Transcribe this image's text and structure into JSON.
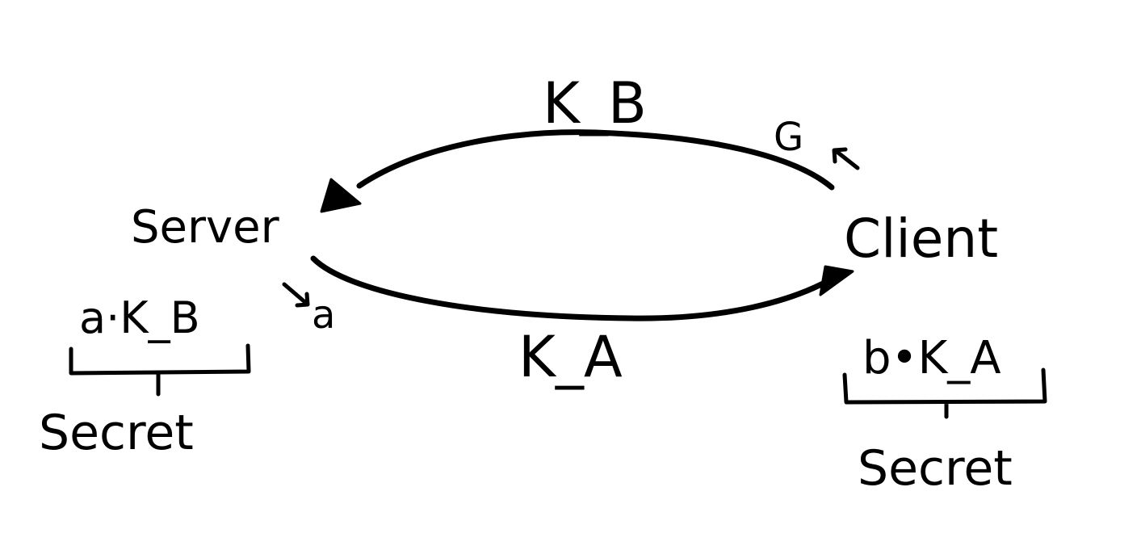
{
  "nodes": {
    "server": "Server",
    "client": "Client"
  },
  "edges": {
    "top_label": "K_B",
    "bottom_label": "K_A",
    "server_small_label": "a",
    "client_small_label": "G"
  },
  "secrets": {
    "server_expression": "a·K_B",
    "server_caption": "Secret",
    "client_expression": "b•K_A",
    "client_caption": "Secret"
  },
  "colors": {
    "ink": "#000000",
    "background": "#ffffff"
  }
}
